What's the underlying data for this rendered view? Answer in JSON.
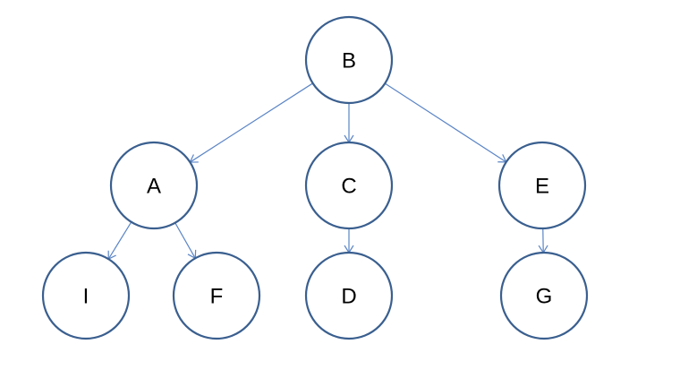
{
  "diagram": {
    "type": "tree",
    "nodes": [
      {
        "id": "B",
        "label": "B"
      },
      {
        "id": "A",
        "label": "A"
      },
      {
        "id": "C",
        "label": "C"
      },
      {
        "id": "E",
        "label": "E"
      },
      {
        "id": "I",
        "label": "I"
      },
      {
        "id": "F",
        "label": "F"
      },
      {
        "id": "D",
        "label": "D"
      },
      {
        "id": "G",
        "label": "G"
      }
    ],
    "edges": [
      {
        "from": "B",
        "to": "A"
      },
      {
        "from": "B",
        "to": "C"
      },
      {
        "from": "B",
        "to": "E"
      },
      {
        "from": "A",
        "to": "I"
      },
      {
        "from": "A",
        "to": "F"
      },
      {
        "from": "C",
        "to": "D"
      },
      {
        "from": "E",
        "to": "G"
      }
    ],
    "colors": {
      "node_border": "#3a5f8f",
      "edge": "#5b85c6",
      "label": "#000000"
    }
  }
}
